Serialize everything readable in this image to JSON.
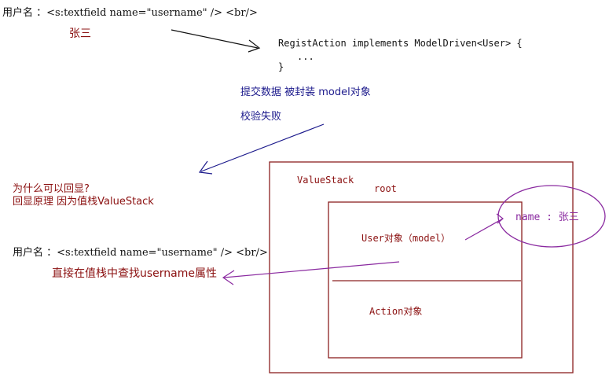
{
  "top_code": "用户名 ：<s:textfield name=\"username\" /> <br/>",
  "top_value": "张三",
  "action_line1": "RegistAction implements ModelDriven<User> {",
  "action_line2": "...",
  "action_line3": "}",
  "note_submit": "提交数据 被封装 model对象",
  "note_fail": "校验失败",
  "question": "为什么可以回显?",
  "answer": "回显原理 因为值栈ValueStack",
  "bottom_code": "用户名 ：<s:textfield name=\"username\" /> <br/>",
  "bottom_note": "直接在值栈中查找username属性",
  "valuestack_label": "ValueStack",
  "root_label": "root",
  "user_object": "User对象（model）",
  "name_value": "name : 张三",
  "action_object": "Action对象",
  "colors": {
    "dark_red": "#8b1010",
    "navy": "#1c1a8c",
    "purple": "#8a2aa0",
    "box": "#8b2020",
    "black": "#111111"
  }
}
